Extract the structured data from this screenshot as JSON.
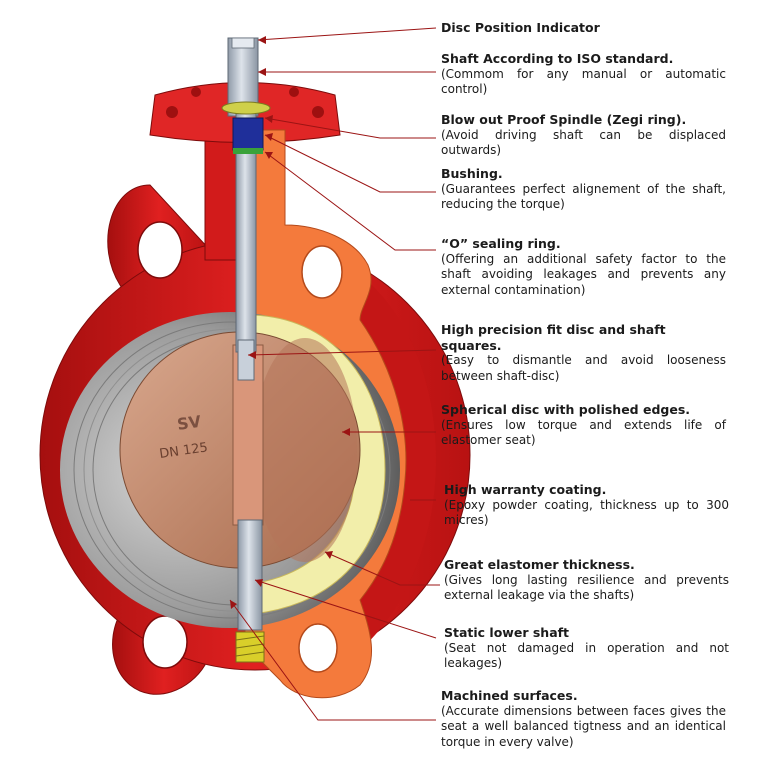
{
  "callouts": [
    {
      "title": "Disc Position Indicator",
      "desc": ""
    },
    {
      "title": "Shaft According to ISO standard.",
      "desc": "(Commom for any manual or automatic control)"
    },
    {
      "title": "Blow out Proof Spindle (Zegi ring).",
      "desc": "(Avoid driving shaft can be displaced outwards)"
    },
    {
      "title": "Bushing.",
      "desc": "(Guarantees perfect alignement of the shaft, reducing the torque)"
    },
    {
      "title": "“O” sealing ring.",
      "desc": "(Offering an additional safety factor to the shaft avoiding leakages and prevents any external contamination)"
    },
    {
      "title": "High precision fit disc and shaft squares.",
      "desc": "(Easy to dismantle and avoid looseness between shaft-disc)"
    },
    {
      "title": "Spherical disc with polished edges.",
      "desc": "(Ensures low torque and extends life of elastomer seat)"
    },
    {
      "title": "High warranty coating.",
      "desc": "(Epoxy powder coating, thickness up to 300 micres)"
    },
    {
      "title": "Great elastomer thickness.",
      "desc": "(Gives long lasting resilience and prevents external leakage via the shafts)"
    },
    {
      "title": "Static lower shaft",
      "desc": "(Seat not damaged in operation and not leakages)"
    },
    {
      "title": "Machined surfaces.",
      "desc": "(Accurate dimensions between faces gives the seat a well balanced tigtness and an identical torque in every valve)"
    }
  ],
  "disc_marking": {
    "logo": "SV",
    "size": "DN 125"
  },
  "colors": {
    "body_red": "#d81c1c",
    "cut_orange": "#f47a3c",
    "seat_cream": "#f2eeaa",
    "disc_copper": "#c48a6c",
    "shaft_steel": "#b4bfcc",
    "leader_line": "#9b1414",
    "bushing_blue": "#1f2f9a",
    "oring_green": "#3aa23a",
    "spring_yellow": "#d9cf2a"
  }
}
